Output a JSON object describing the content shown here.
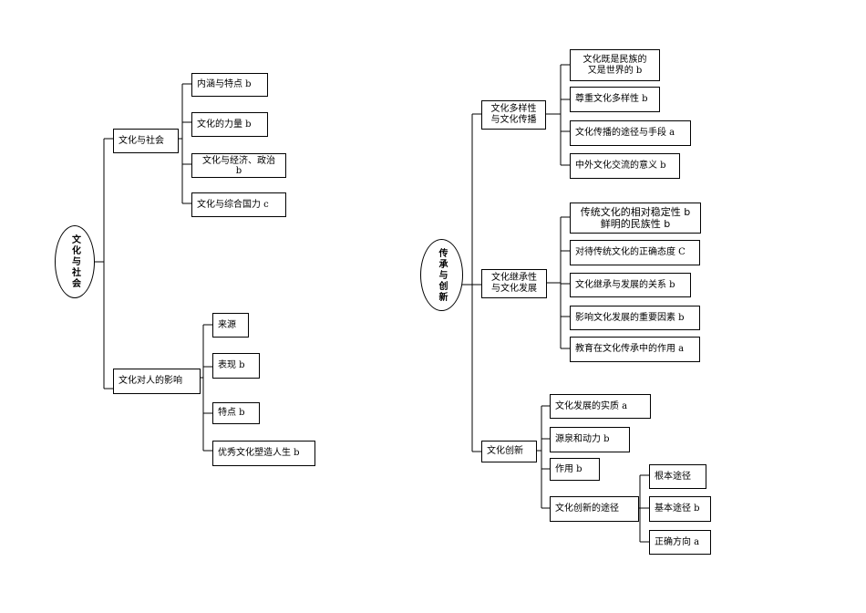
{
  "left": {
    "root": "文化与社会",
    "branches": [
      {
        "label": "文化与社会",
        "children": [
          "内涵与特点 b",
          "文化的力量 b",
          "文化与经济、政治\nb",
          "文化与综合国力 c"
        ]
      },
      {
        "label": "文化对人的影响",
        "children": [
          "来源",
          "表现 b",
          "特点 b",
          "优秀文化塑造人生 b"
        ]
      }
    ]
  },
  "right": {
    "root": "传承与创新",
    "branches": [
      {
        "label": "文化多样性\n与文化传播",
        "children": [
          "文化既是民族的\n又是世界的 b",
          "尊重文化多样性 b",
          "文化传播的途径与手段 a",
          "中外文化交流的意义 b"
        ]
      },
      {
        "label": "文化继承性\n与文化发展",
        "children": [
          "传统文化的相对稳定性 b\n鲜明的民族性 b",
          "对待传统文化的正确态度 C",
          "文化继承与发展的关系 b",
          "影响文化发展的重要因素 b",
          "教育在文化传承中的作用 a"
        ]
      },
      {
        "label": "文化创新",
        "children": [
          "文化发展的实质 a",
          "源泉和动力 b",
          "作用 b",
          "文化创新的途径"
        ],
        "subchildren": [
          "根本途径",
          "基本途径 b",
          "正确方向 a"
        ]
      }
    ]
  }
}
